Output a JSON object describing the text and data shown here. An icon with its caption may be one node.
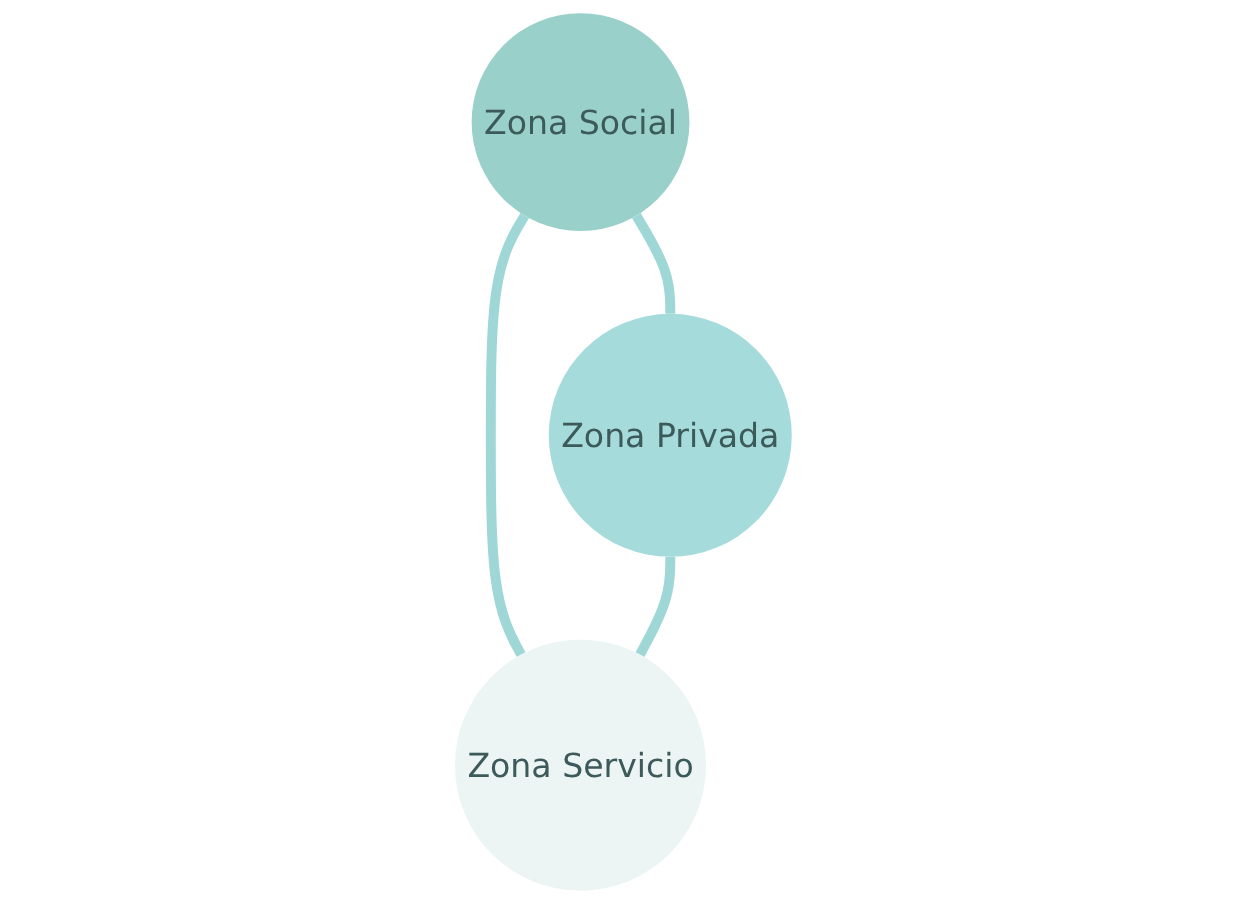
{
  "diagram": {
    "nodes": [
      {
        "text": [
          "Zona Social"
        ]
      },
      {
        "text": [
          "Zona Privada"
        ]
      },
      {
        "text": [
          "Zona Servicio"
        ]
      }
    ],
    "edges": [
      {
        "from": 0,
        "to": 1,
        "arrow": "none"
      },
      {
        "from": 0,
        "to": 2,
        "arrow": "none"
      },
      {
        "from": 1,
        "to": 2,
        "arrow": "none"
      }
    ]
  }
}
